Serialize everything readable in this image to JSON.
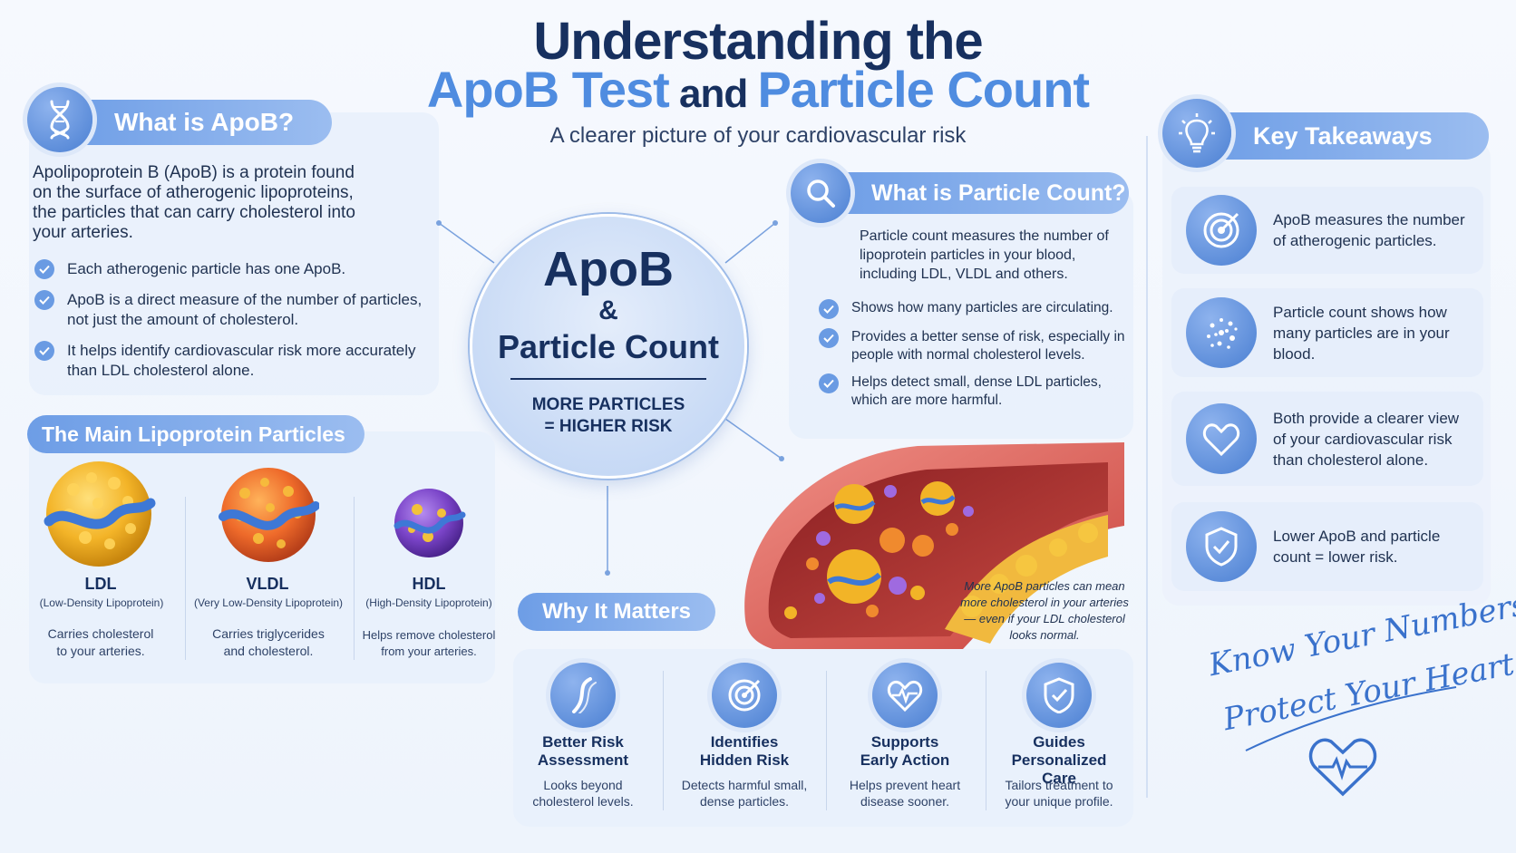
{
  "header": {
    "title_line1": "Understanding the",
    "title_line2_a": "ApoB Test",
    "title_line2_b": " and ",
    "title_line2_c": "Particle Count",
    "subtitle": "A clearer picture of your cardiovascular risk"
  },
  "what_is_apob": {
    "heading": "What is ApoB?",
    "icon": "dna-icon",
    "intro": "Apolipoprotein B (ApoB) is a protein found on the surface of atherogenic lipoproteins, the particles that can carry cholesterol into your arteries.",
    "bullets": [
      "Each atherogenic particle has one ApoB.",
      "ApoB is a direct measure of the number of particles, not just the amount of cholesterol.",
      "It helps identify cardiovascular risk more accurately than LDL cholesterol alone."
    ]
  },
  "center": {
    "line1": "ApoB",
    "line2": "&",
    "line3": "Particle Count",
    "tag1": "MORE PARTICLES",
    "tag2": "= HIGHER RISK"
  },
  "particle_count": {
    "heading": "What is Particle Count?",
    "icon": "search-icon",
    "intro": "Particle count measures the number of lipoprotein particles in your blood, including LDL, VLDL and others.",
    "bullets": [
      "Shows how many particles are circulating.",
      "Provides a better sense of risk, especially in people with normal cholesterol levels.",
      "Helps detect small, dense LDL particles, which are more harmful."
    ]
  },
  "lipoproteins": {
    "heading": "The Main Lipoprotein Particles",
    "items": [
      {
        "name": "LDL",
        "full": "(Low-Density Lipoprotein)",
        "desc": "Carries cholesterol to your arteries."
      },
      {
        "name": "VLDL",
        "full": "(Very Low-Density Lipoprotein)",
        "desc": "Carries triglycerides and cholesterol."
      },
      {
        "name": "HDL",
        "full": "(High-Density Lipoprotein)",
        "desc": "Helps remove cholesterol from your arteries."
      }
    ]
  },
  "artery_caption": "More ApoB particles can mean more cholesterol in your arteries — even if your LDL cholesterol looks normal.",
  "why_it_matters": {
    "heading": "Why It Matters",
    "items": [
      {
        "icon": "artery-icon",
        "title": "Better Risk Assessment",
        "desc": "Looks beyond cholesterol levels."
      },
      {
        "icon": "target-icon",
        "title": "Identifies Hidden Risk",
        "desc": "Detects harmful small, dense particles."
      },
      {
        "icon": "heartbeat-icon",
        "title": "Supports Early Action",
        "desc": "Helps prevent heart disease sooner."
      },
      {
        "icon": "shield-check-icon",
        "title": "Guides Personalized Care",
        "desc": "Tailors treatment to your unique profile."
      }
    ]
  },
  "key_takeaways": {
    "heading": "Key Takeaways",
    "icon": "lightbulb-icon",
    "items": [
      {
        "icon": "target-icon",
        "text": "ApoB measures the number of atherogenic particles."
      },
      {
        "icon": "particles-icon",
        "text": "Particle count shows how many particles are in your blood."
      },
      {
        "icon": "heart-icon",
        "text": "Both provide a clearer view of your cardiovascular risk than cholesterol alone."
      },
      {
        "icon": "shield-check-icon",
        "text": "Lower ApoB and particle count = lower risk."
      }
    ]
  },
  "slogan": {
    "line1": "Know Your Numbers",
    "line2": "Protect Your Heart"
  },
  "colors": {
    "navy": "#17305f",
    "accent_blue": "#4f8ce0",
    "pill_blue": "#6d9de6",
    "card_bg": "#e6eefb"
  }
}
